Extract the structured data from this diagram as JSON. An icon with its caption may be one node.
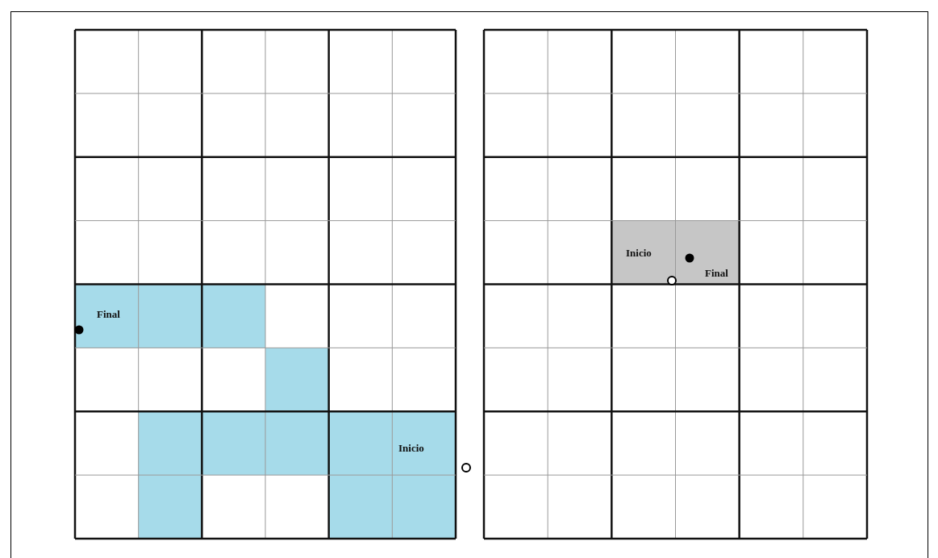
{
  "diagram": {
    "labels": [
      "Final",
      "Inicio",
      "Inicio",
      "Final"
    ]
  }
}
